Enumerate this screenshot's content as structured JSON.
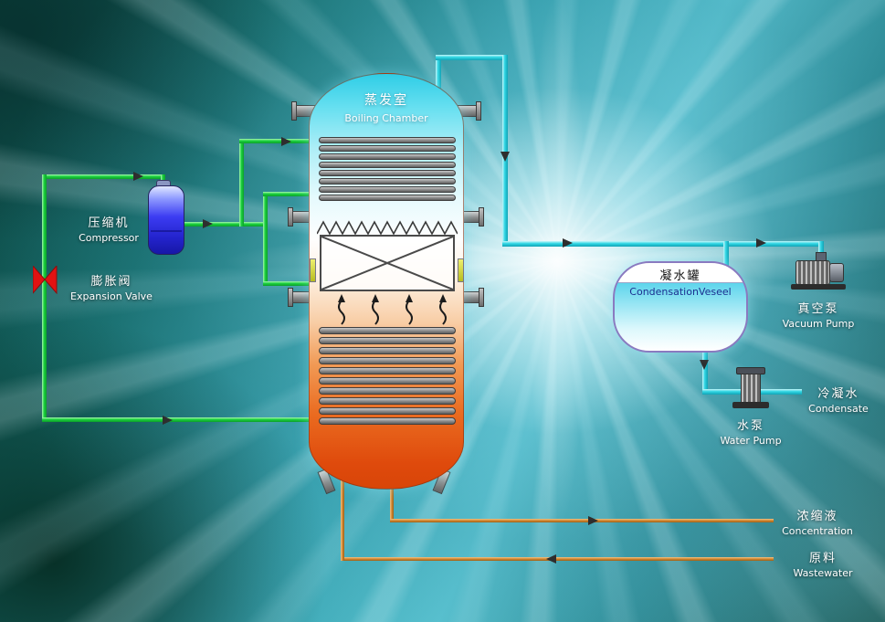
{
  "labels": {
    "boiling_chamber": {
      "zh": "蒸发室",
      "en": "Boiling Chamber"
    },
    "compressor": {
      "zh": "压缩机",
      "en": "Compressor"
    },
    "expansion_valve": {
      "zh": "膨胀阀",
      "en": "Expansion Valve"
    },
    "condensation_vessel": {
      "zh": "凝水罐",
      "en": "CondensationVeseel"
    },
    "vacuum_pump": {
      "zh": "真空泵",
      "en": "Vacuum Pump"
    },
    "water_pump": {
      "zh": "水泵",
      "en": "Water Pump"
    },
    "condensate": {
      "zh": "冷凝水",
      "en": "Condensate"
    },
    "concentration": {
      "zh": "浓缩液",
      "en": "Concentration"
    },
    "wastewater": {
      "zh": "原料",
      "en": "Wastewater"
    }
  },
  "colors": {
    "pipe_green": "#1cd23e",
    "pipe_cyan": "#2fd6e4",
    "pipe_orange": "#d2862f",
    "vessel_top_cyan": "#2fcde6",
    "vessel_bottom_orange": "#d84508",
    "compressor_blue": "#2d2de0",
    "expansion_valve_red": "#e21212"
  }
}
